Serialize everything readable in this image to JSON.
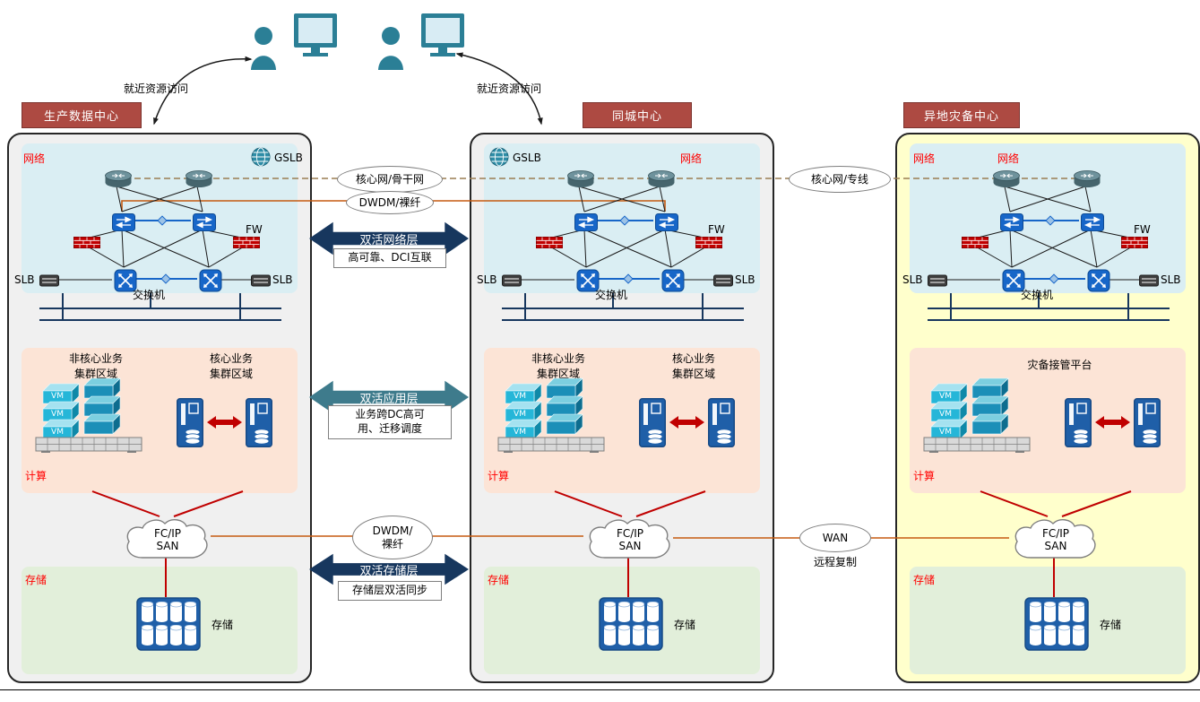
{
  "users": {
    "left_label": "就近资源访问",
    "right_label": "就近资源访问"
  },
  "links": {
    "backbone": "核心网/骨干网",
    "leased": "核心网/专线",
    "dwdm_net": "DWDM/裸纤",
    "dwdm_storage": "DWDM/\n裸纤",
    "net_arrow": "双活网络层",
    "net_arrow_sub": "高可靠、DCI互联",
    "app_arrow": "双活应用层",
    "app_arrow_sub": "业务跨DC高可\n用、迁移调度",
    "storage_arrow": "双活存储层",
    "storage_arrow_sub": "存储层双活同步",
    "wan": "WAN",
    "wan_sub": "远程复制"
  },
  "colors": {
    "accent_red": "#c00000",
    "navy_arrow": "#17375e",
    "teal_arrow": "#3e7b8c",
    "banner_red": "#ad4a42",
    "orange_link": "#c55a11",
    "zone_network_bg": "#daeef3",
    "zone_compute_bg": "#fce4d6",
    "zone_storage_bg": "#e2efda",
    "dr_center_bg": "#ffffcc"
  },
  "centers": [
    {
      "title": "生产数据中心",
      "zone_network": "网络",
      "gslb": "GSLB",
      "fw": "FW",
      "slb_left": "SLB",
      "slb_right": "SLB",
      "switch_label": "交换机",
      "cluster_noncore": "非核心业务\n集群区域",
      "cluster_core": "核心业务\n集群区域",
      "zone_compute": "计算",
      "san": "FC/IP\nSAN",
      "zone_storage": "存储",
      "storage_device": "存储",
      "vm": "VM"
    },
    {
      "title": "同城中心",
      "zone_network": "网络",
      "gslb": "GSLB",
      "fw": "FW",
      "slb_left": "SLB",
      "slb_right": "SLB",
      "switch_label": "交换机",
      "cluster_noncore": "非核心业务\n集群区域",
      "cluster_core": "核心业务\n集群区域",
      "zone_compute": "计算",
      "san": "FC/IP\nSAN",
      "zone_storage": "存储",
      "storage_device": "存储",
      "vm": "VM"
    },
    {
      "title": "异地灾备中心",
      "zone_network": "网络",
      "zone_network_2": "网络",
      "fw": "FW",
      "slb_left": "SLB",
      "slb_right": "SLB",
      "switch_label": "交换机",
      "platform": "灾备接管平台",
      "zone_compute": "计算",
      "san": "FC/IP\nSAN",
      "zone_storage": "存储",
      "storage_device": "存储",
      "vm": "VM"
    }
  ]
}
